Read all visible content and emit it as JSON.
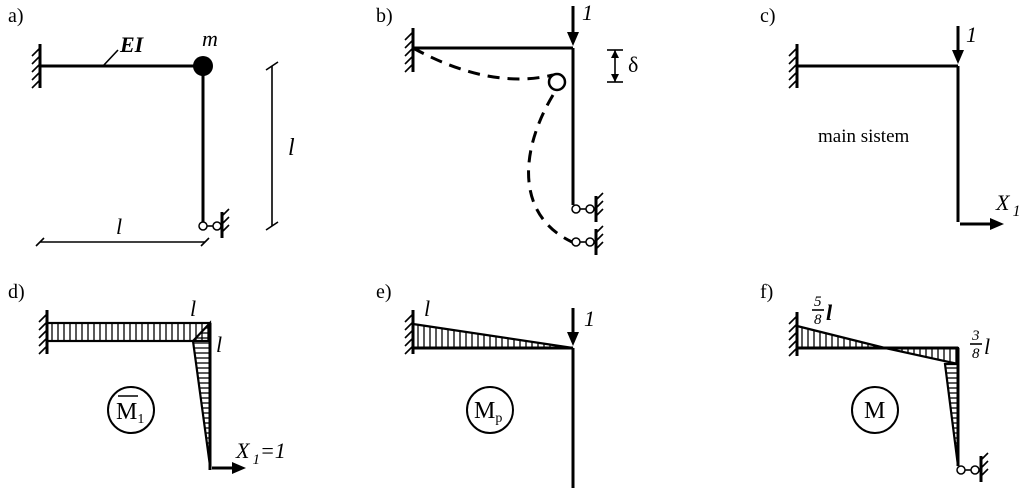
{
  "panels": {
    "a": {
      "tag": "a)",
      "stiffness": "EI",
      "mass": "m",
      "length_h": "l",
      "length_v": "l"
    },
    "b": {
      "tag": "b)",
      "load": "1",
      "deflection": "δ"
    },
    "c": {
      "tag": "c)",
      "load": "1",
      "caption": "main sistem",
      "unknown_main": "X",
      "unknown_sub": "1"
    },
    "d": {
      "tag": "d)",
      "corner_top": "l",
      "corner_right": "l",
      "diagram_main": "M",
      "diagram_sub": "1",
      "unknown_main": "X",
      "unknown_sub": "1",
      "unknown_value": "=1"
    },
    "e": {
      "tag": "e)",
      "left_value": "l",
      "load": "1",
      "diagram_main": "M",
      "diagram_sub": "p"
    },
    "f": {
      "tag": "f)",
      "left_num": "5",
      "left_den": "8",
      "left_var": "l",
      "right_num": "3",
      "right_den": "8",
      "right_var": "l",
      "diagram_main": "M"
    }
  }
}
